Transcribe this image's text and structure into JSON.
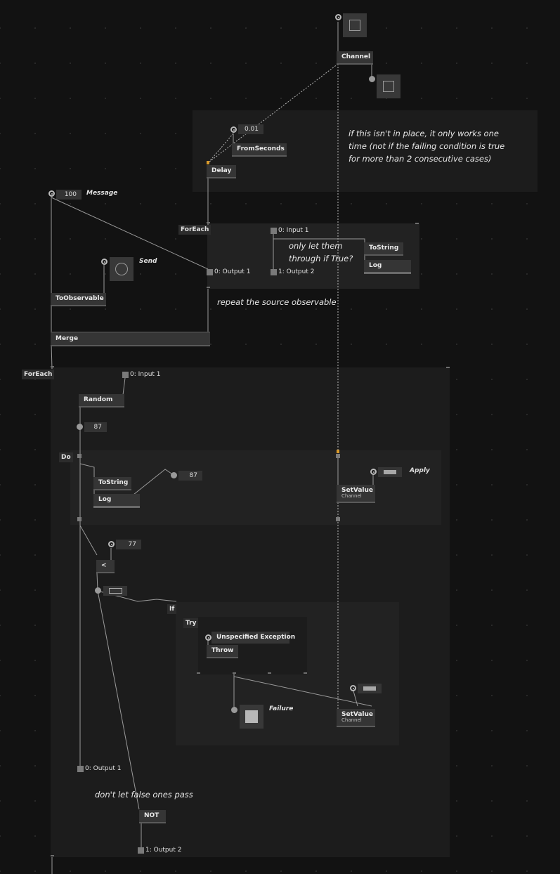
{
  "regions": {
    "foreach_top": "ForEach",
    "foreach_main": "ForEach",
    "do": "Do",
    "if": "If",
    "try": "Try"
  },
  "nodes": {
    "channel": "Channel",
    "from_seconds": "FromSeconds",
    "delay": "Delay",
    "to_string_top": "ToString",
    "log_top": "Log",
    "to_observable": "ToObservable",
    "merge": "Merge",
    "random": "Random",
    "to_string_do": "ToString",
    "log_do": "Log",
    "set_value_apply": "SetValue",
    "set_value_apply_sub": "Channel",
    "less_than": "<",
    "throw": "Throw",
    "set_value_failure": "SetValue",
    "set_value_failure_sub": "Channel",
    "not": "NOT"
  },
  "values": {
    "seconds": "0.01",
    "message_value": "100",
    "random_value": "87",
    "log_value": "87",
    "compare_value": "77",
    "exception_text": "Unspecified Exception"
  },
  "labels": {
    "message": "Message",
    "send": "Send",
    "apply": "Apply",
    "failure": "Failure"
  },
  "ports": {
    "top_input_1": "0: Input 1",
    "top_output_1": "0: Output 1",
    "top_output_2": "1: Output 2",
    "main_input_1": "0: Input 1",
    "main_output_1": "0: Output 1",
    "main_output_2": "1: Output 2"
  },
  "comments": {
    "failing_condition": "if this isn't in place, it only works one time (not if the failing condition is true for more than 2 consecutive cases)",
    "only_true": "only let them through if True?",
    "repeat_source": "repeat the source observable",
    "false_pass": "don't let false ones pass"
  },
  "colors": {
    "background": "#121212",
    "node": "#353535",
    "wire": "#9a9a9a",
    "accent": "#d99a2b"
  }
}
